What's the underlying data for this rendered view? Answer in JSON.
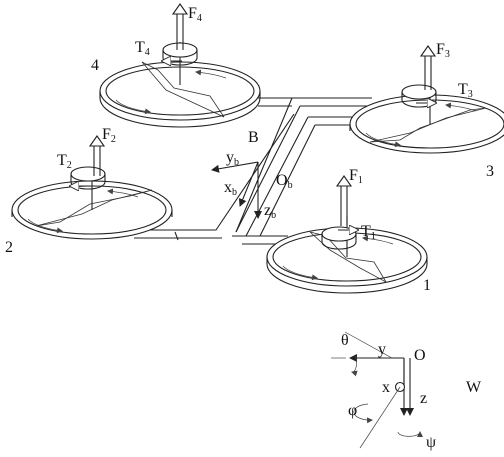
{
  "rotors": [
    {
      "num": "1",
      "force": "F",
      "force_sub": "1",
      "torque": "T",
      "torque_sub": "1"
    },
    {
      "num": "2",
      "force": "F",
      "force_sub": "2",
      "torque": "T",
      "torque_sub": "2"
    },
    {
      "num": "3",
      "force": "F",
      "force_sub": "3",
      "torque": "T",
      "torque_sub": "3"
    },
    {
      "num": "4",
      "force": "F",
      "force_sub": "4",
      "torque": "T",
      "torque_sub": "4"
    }
  ],
  "body_frame": {
    "label": "B",
    "origin": "O",
    "origin_sub": "b",
    "x": "x",
    "x_sub": "b",
    "y": "y",
    "y_sub": "b",
    "z": "z",
    "z_sub": "b"
  },
  "world_frame": {
    "label": "W",
    "origin": "O",
    "x": "x",
    "y": "y",
    "z": "z",
    "roll": "φ",
    "pitch": "θ",
    "yaw": "ψ"
  }
}
